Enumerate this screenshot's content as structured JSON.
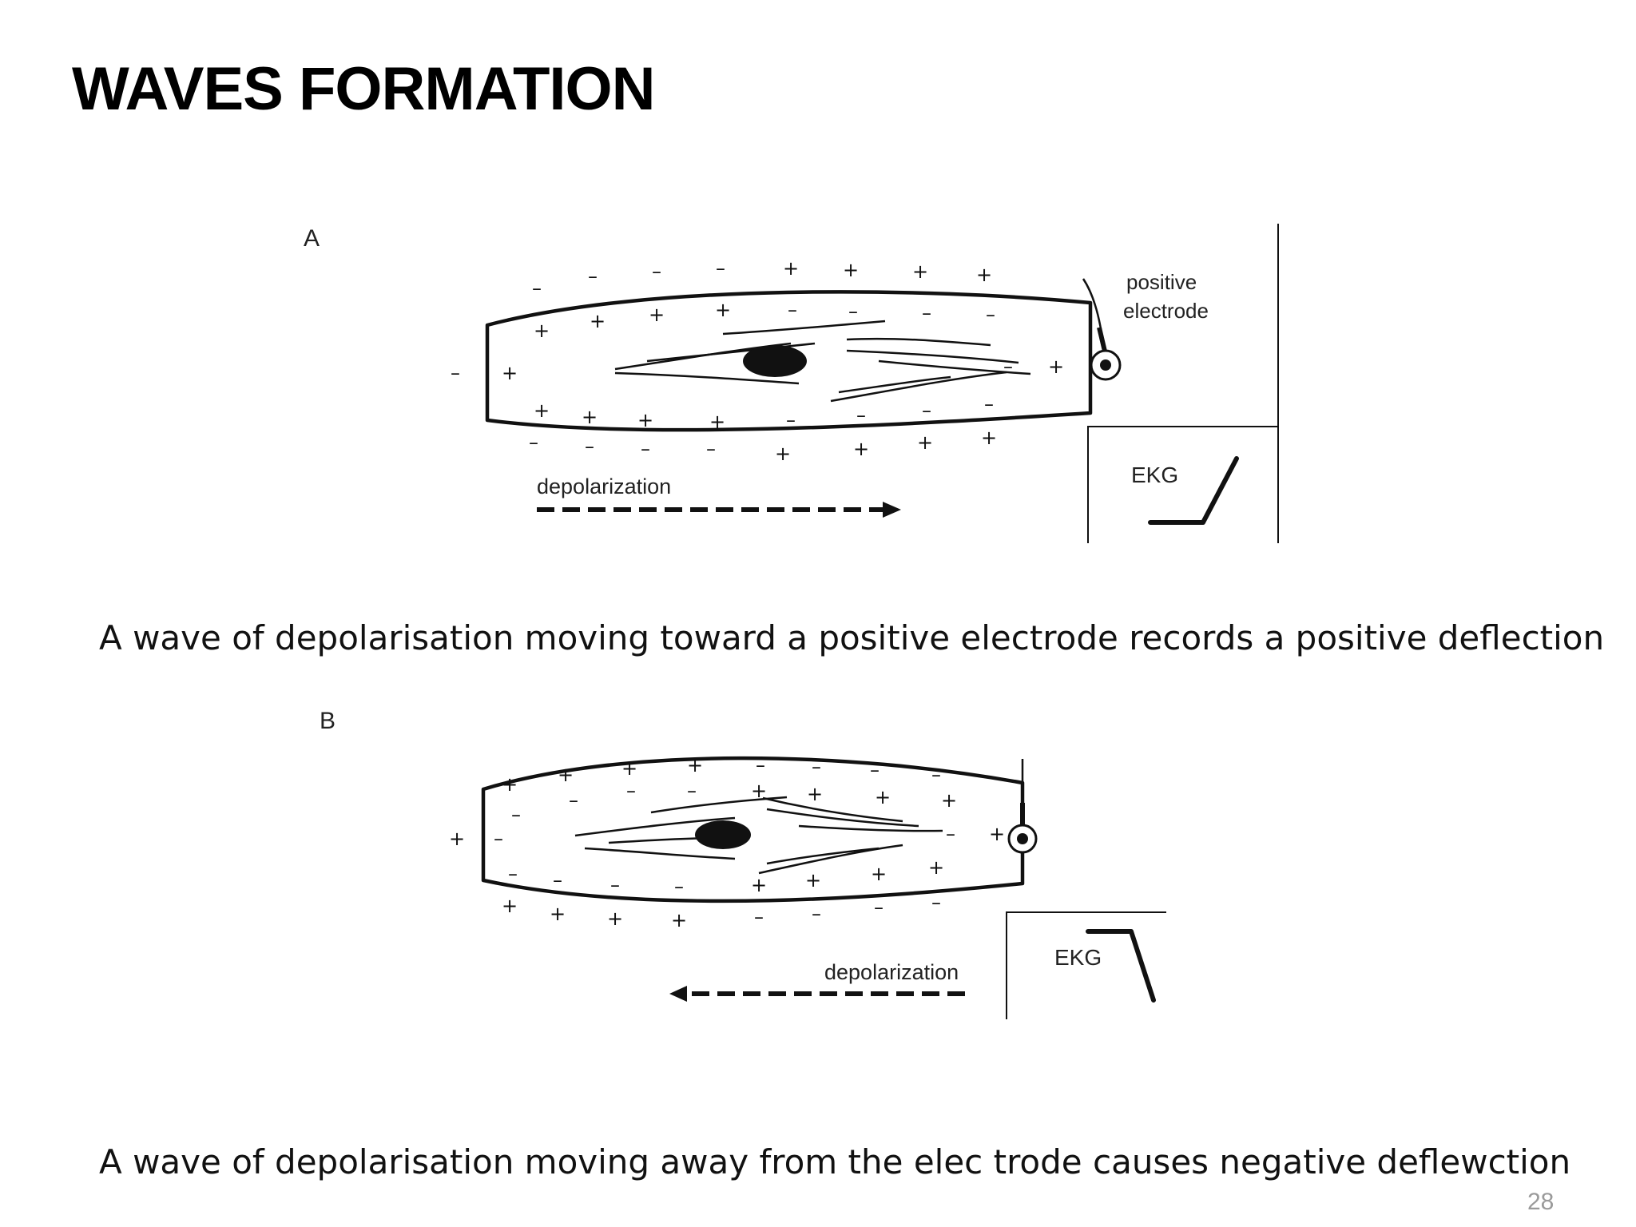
{
  "slide": {
    "title": "WAVES FORMATION",
    "page_number": "28"
  },
  "panel_a": {
    "letter": "A",
    "electrode_label_line1": "positive",
    "electrode_label_line2": "electrode",
    "ekg_label": "EKG",
    "arrow_label": "depolarization",
    "arrow_direction": "right",
    "deflection": "positive",
    "caption": "A wave of depolarisation moving toward a positive electrode records a positive deflection"
  },
  "panel_b": {
    "letter": "B",
    "ekg_label": "EKG",
    "arrow_label": "depolarization",
    "arrow_direction": "left",
    "deflection": "negative",
    "caption": "A wave of depolarisation moving away from the elec trode causes negative deflewction"
  },
  "signs": {
    "plus": "+",
    "minus": "–"
  },
  "colors": {
    "text": "#111111",
    "page_number": "#9a9a9a",
    "background": "#ffffff"
  }
}
